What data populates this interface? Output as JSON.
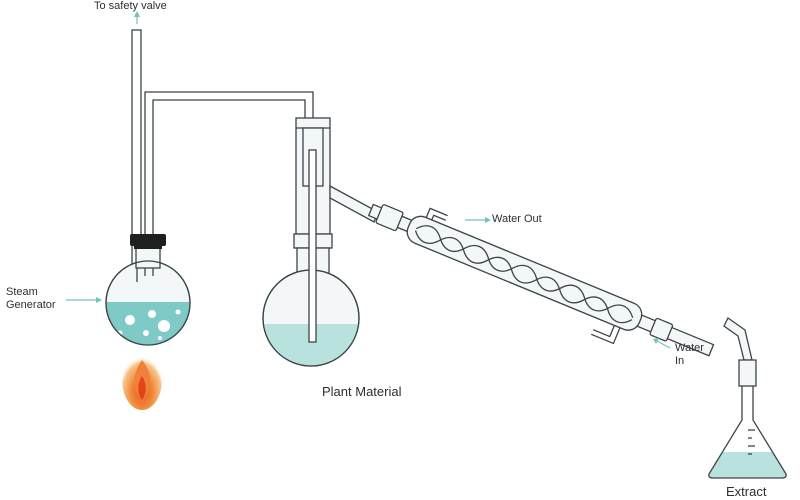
{
  "labels": {
    "safety_valve": "To safety valve",
    "steam_generator_line1": "Steam",
    "steam_generator_line2": "Generator",
    "water_out": "Water Out",
    "water_in_line1": "Water",
    "water_in_line2": "In",
    "plant_material": "Plant Material",
    "extract": "Extract"
  },
  "colors": {
    "glass_outline": "#3c4448",
    "water": "#7fc9c6",
    "flame_outer": "#f6b26b",
    "flame_inner": "#e8541e",
    "stopper": "#1f1f1f",
    "arrow": "#6fc4c0"
  }
}
